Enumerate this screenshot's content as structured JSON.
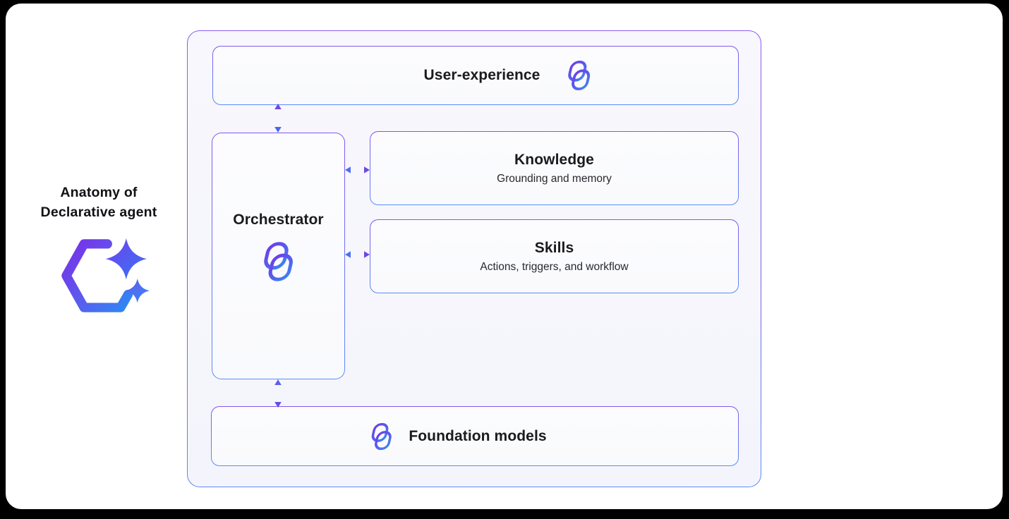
{
  "frame": {
    "background": "#000000"
  },
  "canvas": {
    "background": "#ffffff"
  },
  "palette": {
    "accent_purple": "#7B4FE9",
    "accent_blue": "#4A8CF6",
    "title_text": "#1A1A1F",
    "subtitle_text": "#28282E"
  },
  "left_panel": {
    "title_line1": "Anatomy of",
    "title_line2": "Declarative agent",
    "icon": "declarative-agent-sparkle-hexagon-icon"
  },
  "diagram": {
    "boxes": {
      "user_experience": {
        "label": "User-experience",
        "icon": "copilot-icon"
      },
      "orchestrator": {
        "label": "Orchestrator",
        "icon": "copilot-icon"
      },
      "knowledge": {
        "label": "Knowledge",
        "sublabel": "Grounding and memory"
      },
      "skills": {
        "label": "Skills",
        "sublabel": "Actions, triggers, and workflow"
      },
      "foundation_models": {
        "label": "Foundation models",
        "icon": "copilot-icon"
      }
    },
    "connections": [
      {
        "from": "user-experience",
        "to": "orchestrator",
        "style": "bidirectional-arrow"
      },
      {
        "from": "orchestrator",
        "to": "knowledge",
        "style": "bidirectional-arrow"
      },
      {
        "from": "orchestrator",
        "to": "skills",
        "style": "bidirectional-arrow"
      },
      {
        "from": "orchestrator",
        "to": "foundation-models",
        "style": "bidirectional-arrow"
      }
    ]
  }
}
